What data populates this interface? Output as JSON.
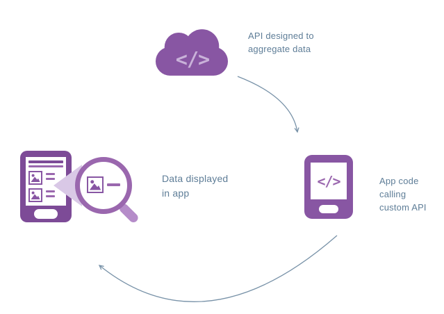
{
  "colors": {
    "purple": "#8856a3",
    "purple_dark": "#7d4b97",
    "purple_mid": "#9a67ae",
    "purple_light": "#b58cc9",
    "lavender": "#d9c8e6",
    "glyph_light": "#c9b2d9",
    "text": "#5e7d97",
    "arrow": "#7892a8"
  },
  "nodes": {
    "cloud": {
      "id": "cloud-api",
      "icon": "cloud-code-icon",
      "glyph": "</>",
      "lines": [
        "API designed to",
        "aggregate data"
      ]
    },
    "phone": {
      "id": "app-code",
      "icon": "phone-code-icon",
      "glyph": "</>",
      "lines": [
        "App code calling",
        "custom API"
      ]
    },
    "display": {
      "id": "data-display",
      "icon": "phone-magnifier-icon",
      "lines": [
        "Data displayed",
        "in app"
      ]
    }
  },
  "edges": [
    {
      "from": "cloud-api",
      "to": "app-code"
    },
    {
      "from": "app-code",
      "to": "data-display"
    }
  ]
}
